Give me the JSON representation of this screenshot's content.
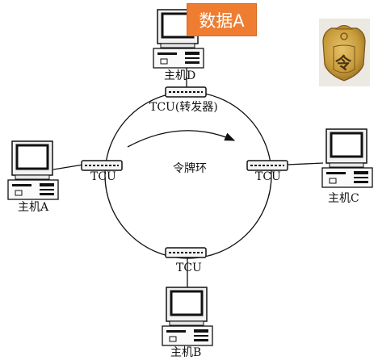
{
  "diagram": {
    "badge": "数据A",
    "ring_label": "令牌环",
    "hosts": {
      "d": "主机D",
      "a": "主机A",
      "c": "主机C",
      "b": "主机B"
    },
    "tcu": {
      "top": "TCU(转发器)",
      "left": "TCU",
      "right": "TCU",
      "bottom": "TCU"
    },
    "token_char": "令"
  }
}
